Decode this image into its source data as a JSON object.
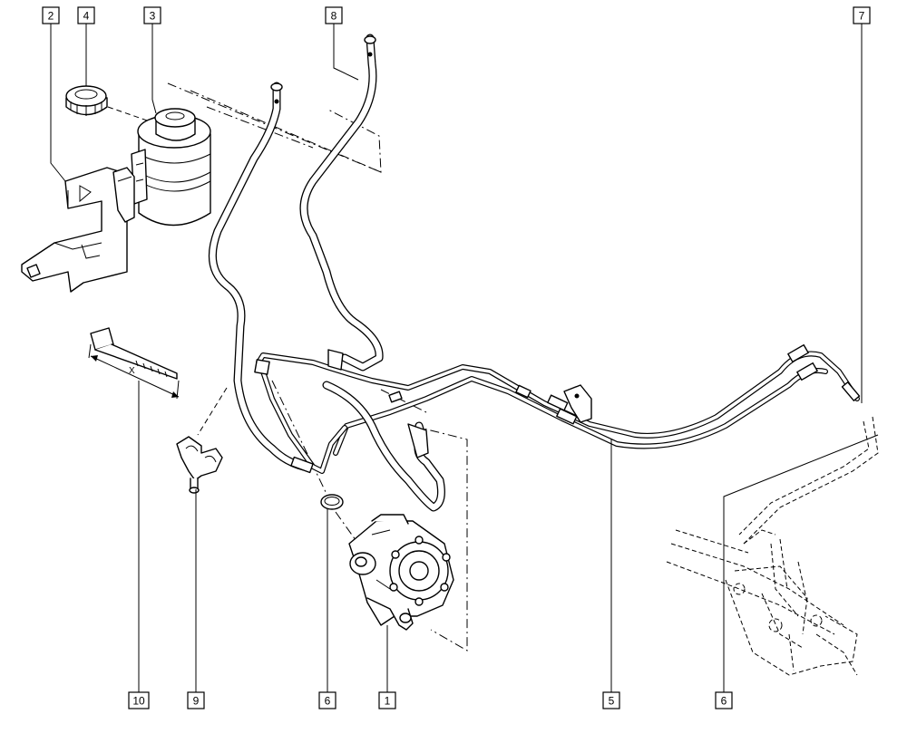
{
  "labels": {
    "l2": "2",
    "l4": "4",
    "l3": "3",
    "l8": "8",
    "l7": "7",
    "l10": "10",
    "l9": "9",
    "l6a": "6",
    "l1": "1",
    "l5": "5",
    "l6b": "6"
  },
  "dimension_text": "X"
}
